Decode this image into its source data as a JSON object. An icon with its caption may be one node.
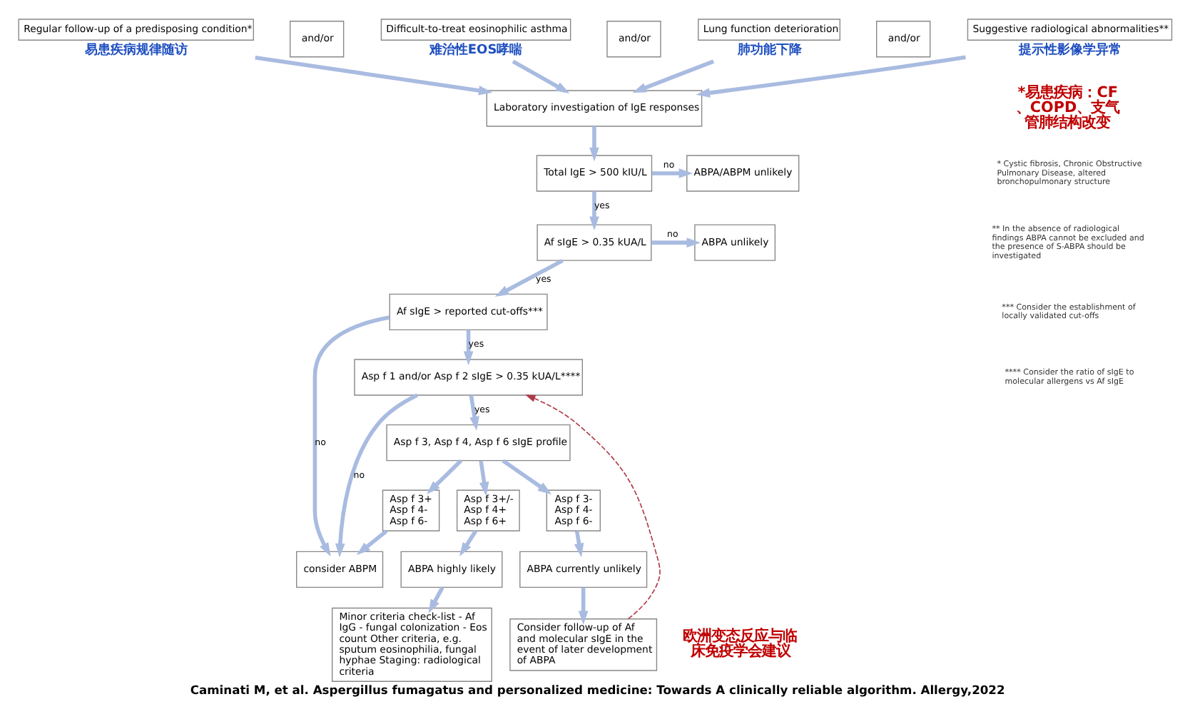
{
  "diagram": {
    "caption": "Caminati M, et al. Aspergillus fumagatus and personalized medicine: Towards A clinically reliable algorithm. Allergy,2022",
    "nodes": [
      {
        "text": [
          "Regular follow-up of a predisposing condition*"
        ],
        "beside": [
          "易患疾病规律随访"
        ]
      },
      {
        "text": [
          "and/or"
        ]
      },
      {
        "text": [
          "Difficult-to-treat eosinophilic asthma"
        ],
        "beside": [
          "难治性EOS哮喘"
        ]
      },
      {
        "text": [
          "and/or"
        ]
      },
      {
        "text": [
          "Lung function deterioration"
        ],
        "beside": [
          "肺功能下降"
        ]
      },
      {
        "text": [
          "and/or"
        ]
      },
      {
        "text": [
          "Suggestive radiological abnormalities**"
        ],
        "beside": [
          "提示性影像学异常"
        ]
      },
      {
        "text": [
          "Laboratory investigation of IgE responses"
        ]
      },
      {
        "text": [
          "Total IgE > 500 kIU/L"
        ]
      },
      {
        "text": [
          "ABPA/ABPM unlikely"
        ]
      },
      {
        "text": [
          "Af sIgE > 0.35 kUA/L"
        ]
      },
      {
        "text": [
          "ABPA unlikely"
        ]
      },
      {
        "text": [
          "Af sIgE > reported cut-offs***"
        ]
      },
      {
        "text": [
          "Asp f 1 and/or Asp f 2 sIgE > 0.35 kUA/L****"
        ]
      },
      {
        "text": [
          "Asp f 3, Asp f 4, Asp f 6 sIgE profile"
        ]
      },
      {
        "text": [
          "Asp f 3+ Asp f 4- Asp f 6-"
        ]
      },
      {
        "text": [
          "Asp f 3+/- Asp f 4+ Asp f 6+"
        ]
      },
      {
        "text": [
          "Asp f 3- Asp f 4- Asp f 6-"
        ]
      },
      {
        "text": [
          "consider ABPM"
        ]
      },
      {
        "text": [
          "ABPA highly likely"
        ]
      },
      {
        "text": [
          "ABPA currently unlikely"
        ]
      },
      {
        "text": [
          "Minor criteria check-list - Af IgG - fungal colonization - Eos count Other criteria, e.g. sputum eosinophilia, fungal hyphae Staging: radiological criteria"
        ]
      },
      {
        "text": [
          "Consider follow-up of Af and molecular sIgE in the event of later development of ABPA"
        ]
      }
    ],
    "edges": [
      {
        "from": 0,
        "to": 7,
        "arrow": "to"
      },
      {
        "from": 2,
        "to": 7,
        "arrow": "to"
      },
      {
        "from": 4,
        "to": 7,
        "arrow": "to"
      },
      {
        "from": 6,
        "to": 7,
        "arrow": "to"
      },
      {
        "from": 7,
        "to": 8,
        "arrow": "to"
      },
      {
        "from": 8,
        "to": 9,
        "arrow": "to",
        "label": "no"
      },
      {
        "from": 8,
        "to": 10,
        "arrow": "to",
        "label": "yes"
      },
      {
        "from": 10,
        "to": 11,
        "arrow": "to",
        "label": "no"
      },
      {
        "from": 10,
        "to": 12,
        "arrow": "to",
        "label": "yes"
      },
      {
        "from": 12,
        "to": 18,
        "arrow": "to",
        "label": "no"
      },
      {
        "from": 12,
        "to": 13,
        "arrow": "to",
        "label": "yes"
      },
      {
        "from": 13,
        "to": 18,
        "arrow": "to",
        "label": "no"
      },
      {
        "from": 13,
        "to": 14,
        "arrow": "to",
        "label": "yes"
      },
      {
        "from": 14,
        "to": 15,
        "arrow": "to"
      },
      {
        "from": 14,
        "to": 16,
        "arrow": "to"
      },
      {
        "from": 14,
        "to": 17,
        "arrow": "to"
      },
      {
        "from": 15,
        "to": 18,
        "arrow": "to"
      },
      {
        "from": 16,
        "to": 19,
        "arrow": "to"
      },
      {
        "from": 17,
        "to": 20,
        "arrow": "to"
      },
      {
        "from": 19,
        "to": 21,
        "arrow": "to"
      },
      {
        "from": 20,
        "to": 22,
        "arrow": "to"
      },
      {
        "from": 22,
        "to": 13,
        "arrow": "to",
        "style": "dashed",
        "color": "#b03a4a"
      }
    ],
    "labels": [
      "*易患疾病：CF、COPD、支气管肺结构改变",
      "* Cystic fibrosis, Chronic Obstructive Pulmonary Disease, altered bronchopulmonary structure",
      "** In the absence of radiological findings ABPA cannot be excluded and the presence of S-ABPA should be investigated",
      "*** Consider the establishment of locally validated cut-offs",
      "**** Consider the ratio of sIgE to molecular allergens vs Af sIgE",
      "欧洲变态反应与临床免疫学会建议"
    ]
  }
}
